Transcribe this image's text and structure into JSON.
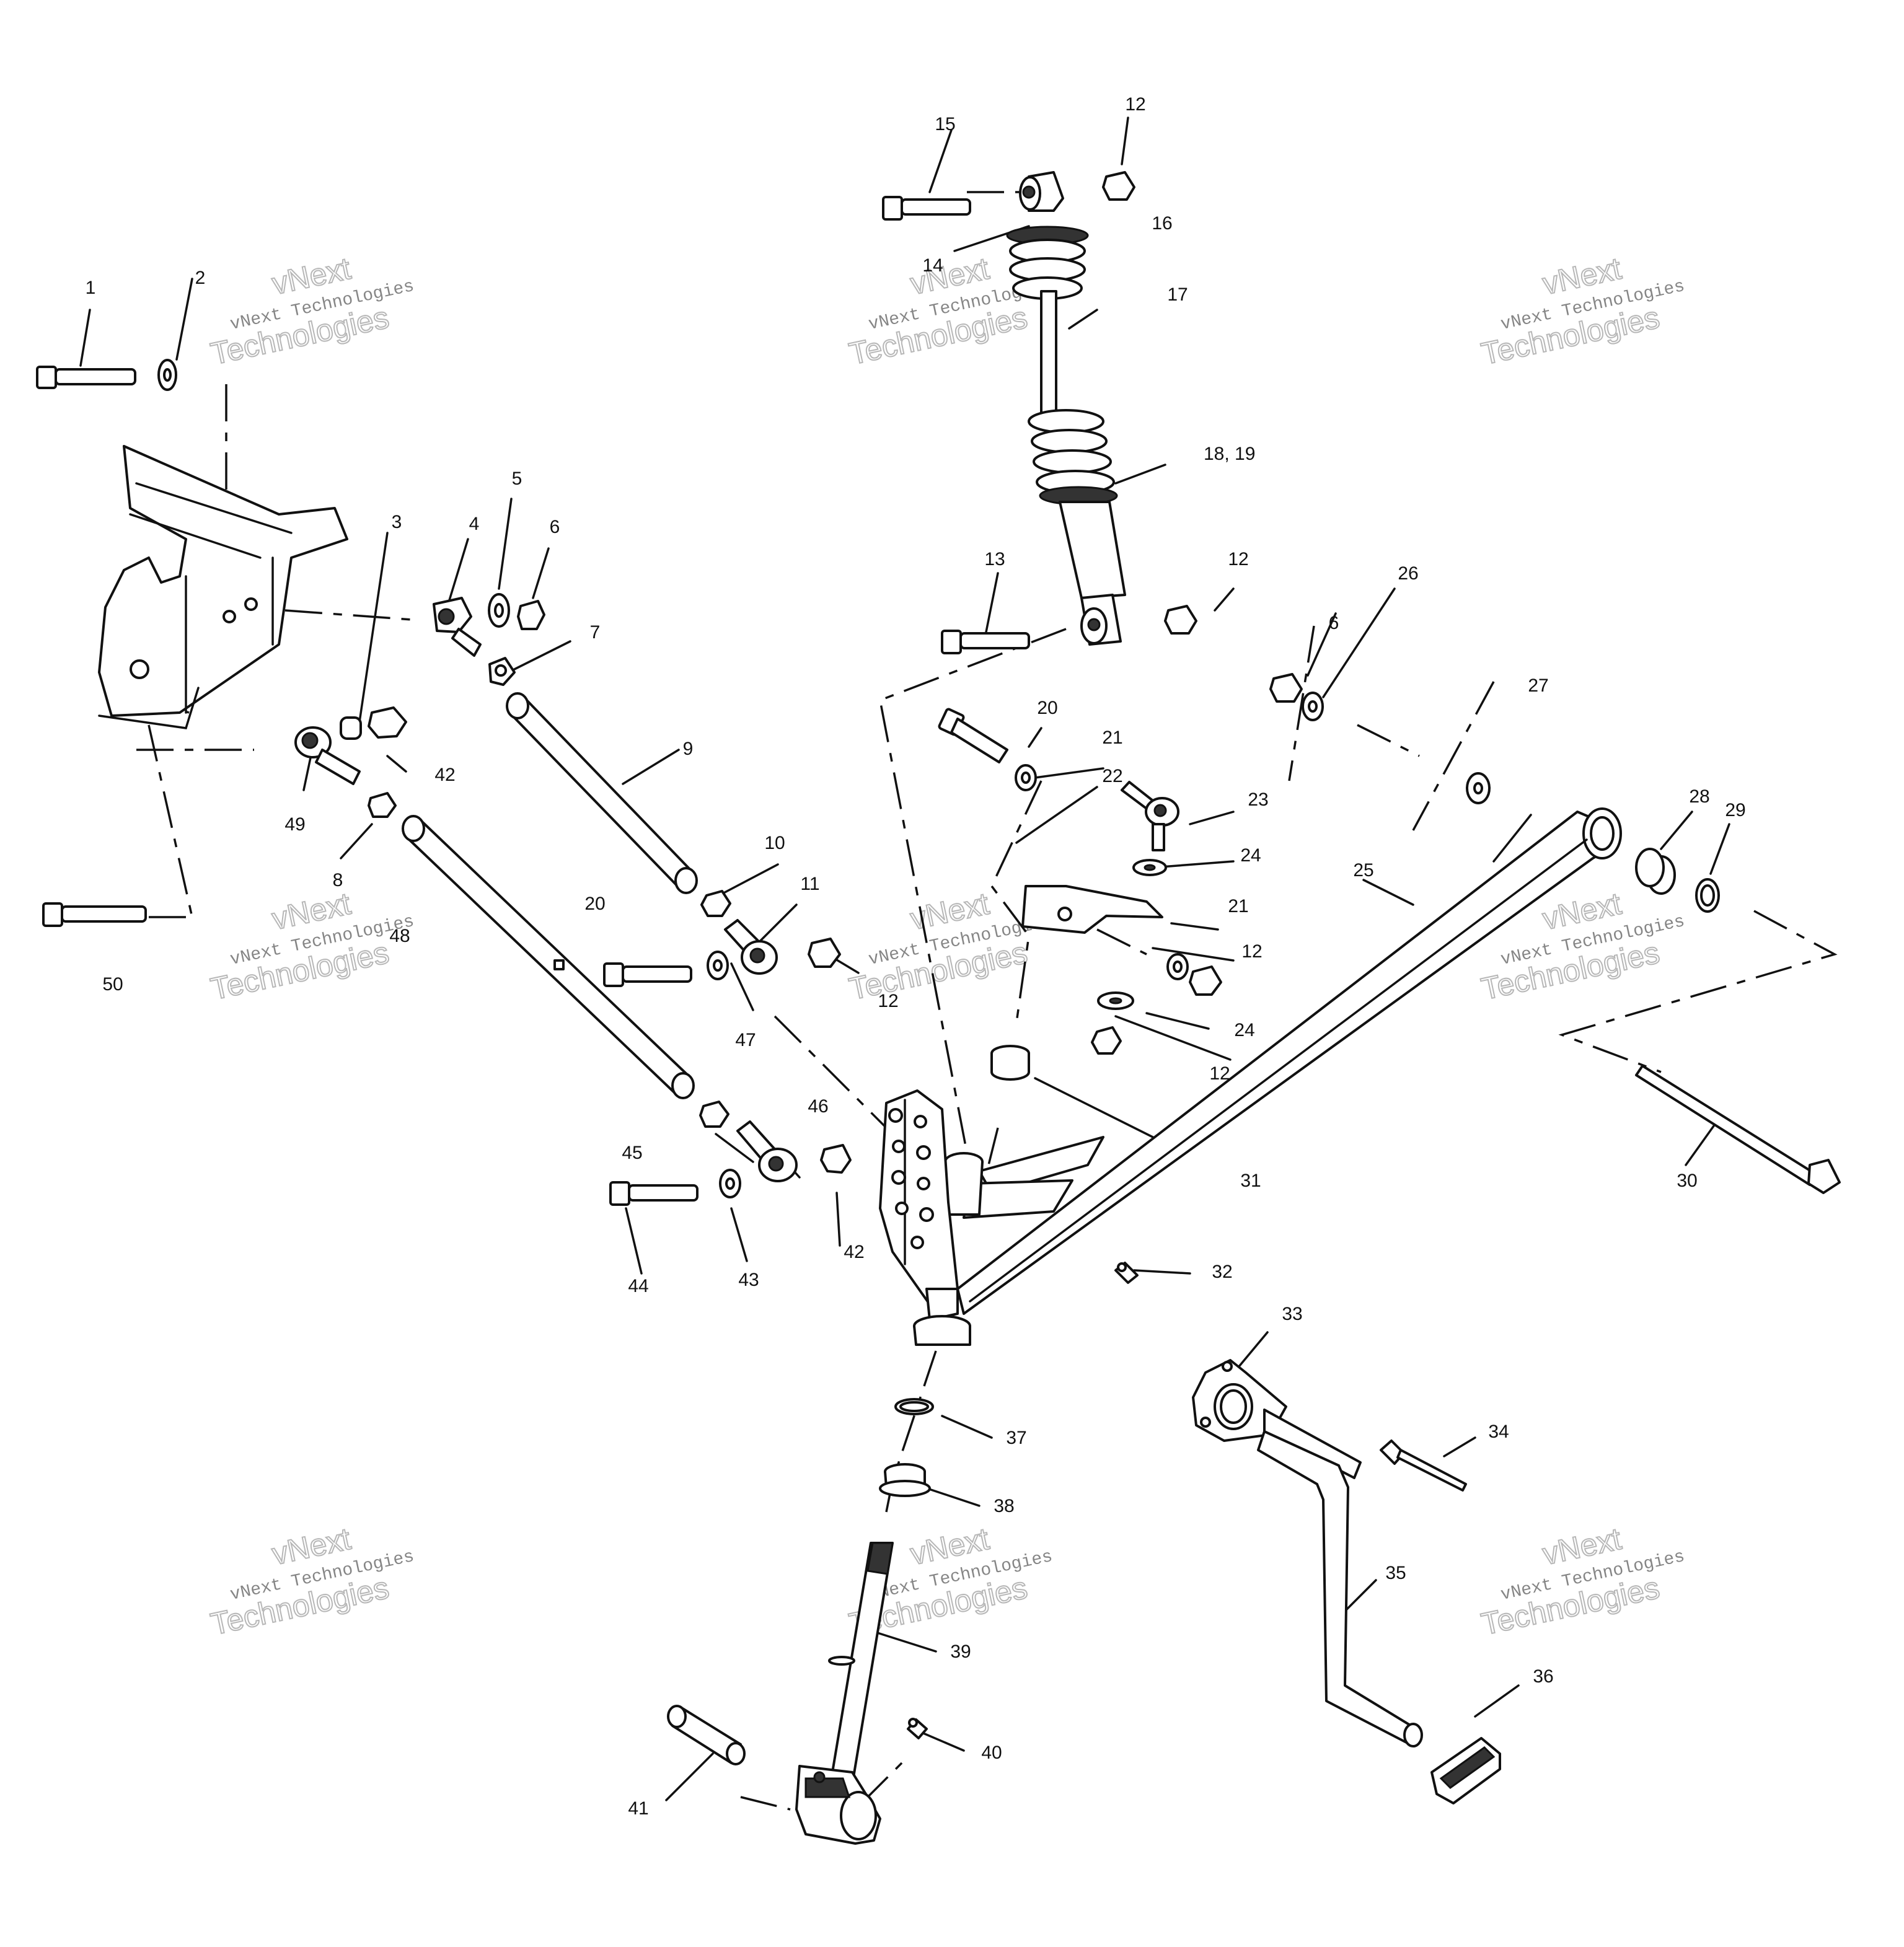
{
  "callouts": [
    {
      "id": "1",
      "text": "1"
    },
    {
      "id": "2",
      "text": "2"
    },
    {
      "id": "3",
      "text": "3"
    },
    {
      "id": "4",
      "text": "4"
    },
    {
      "id": "5",
      "text": "5"
    },
    {
      "id": "6a",
      "text": "6"
    },
    {
      "id": "6b",
      "text": "6"
    },
    {
      "id": "7",
      "text": "7"
    },
    {
      "id": "8",
      "text": "8"
    },
    {
      "id": "9",
      "text": "9"
    },
    {
      "id": "10",
      "text": "10"
    },
    {
      "id": "11",
      "text": "11"
    },
    {
      "id": "12a",
      "text": "12"
    },
    {
      "id": "12b",
      "text": "12"
    },
    {
      "id": "12c",
      "text": "12"
    },
    {
      "id": "12d",
      "text": "12"
    },
    {
      "id": "12e",
      "text": "12"
    },
    {
      "id": "13",
      "text": "13"
    },
    {
      "id": "14",
      "text": "14"
    },
    {
      "id": "15",
      "text": "15"
    },
    {
      "id": "16",
      "text": "16"
    },
    {
      "id": "17",
      "text": "17"
    },
    {
      "id": "18_19",
      "text": "18, 19"
    },
    {
      "id": "20a",
      "text": "20"
    },
    {
      "id": "20b",
      "text": "20"
    },
    {
      "id": "21a",
      "text": "21"
    },
    {
      "id": "21b",
      "text": "21"
    },
    {
      "id": "22",
      "text": "22"
    },
    {
      "id": "23",
      "text": "23"
    },
    {
      "id": "24a",
      "text": "24"
    },
    {
      "id": "24b",
      "text": "24"
    },
    {
      "id": "25",
      "text": "25"
    },
    {
      "id": "26",
      "text": "26"
    },
    {
      "id": "27",
      "text": "27"
    },
    {
      "id": "28",
      "text": "28"
    },
    {
      "id": "29",
      "text": "29"
    },
    {
      "id": "30",
      "text": "30"
    },
    {
      "id": "31",
      "text": "31"
    },
    {
      "id": "32",
      "text": "32"
    },
    {
      "id": "33",
      "text": "33"
    },
    {
      "id": "34",
      "text": "34"
    },
    {
      "id": "35",
      "text": "35"
    },
    {
      "id": "36",
      "text": "36"
    },
    {
      "id": "37",
      "text": "37"
    },
    {
      "id": "38",
      "text": "38"
    },
    {
      "id": "39",
      "text": "39"
    },
    {
      "id": "40",
      "text": "40"
    },
    {
      "id": "41",
      "text": "41"
    },
    {
      "id": "42a",
      "text": "42"
    },
    {
      "id": "42b",
      "text": "42"
    },
    {
      "id": "43",
      "text": "43"
    },
    {
      "id": "44",
      "text": "44"
    },
    {
      "id": "45",
      "text": "45"
    },
    {
      "id": "46",
      "text": "46"
    },
    {
      "id": "47",
      "text": "47"
    },
    {
      "id": "48",
      "text": "48"
    },
    {
      "id": "49",
      "text": "49"
    },
    {
      "id": "50",
      "text": "50"
    }
  ],
  "watermark": {
    "line1": "vNext",
    "line2": "vNext Technologies",
    "line3": "Technologies"
  }
}
